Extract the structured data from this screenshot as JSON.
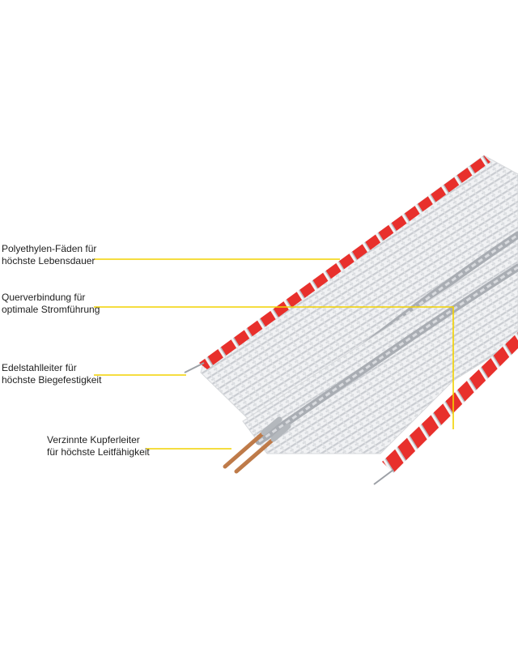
{
  "labels": [
    {
      "line1": "Polyethylen-Fäden für",
      "line2": "höchste Lebensdauer"
    },
    {
      "line1": "Querverbindung für",
      "line2": "optimale Stromführung"
    },
    {
      "line1": "Edelstahlleiter für",
      "line2": "höchste Biegefestigkeit"
    },
    {
      "line1": "Verzinnte Kupferleiter",
      "line2": "für höchste Leitfähigkeit"
    }
  ],
  "colors": {
    "leader": "#f2d200",
    "tape_red": "#e8302c",
    "tape_white": "#eef0f2",
    "steel": "#a9adb3",
    "copper": "#c47a45"
  }
}
